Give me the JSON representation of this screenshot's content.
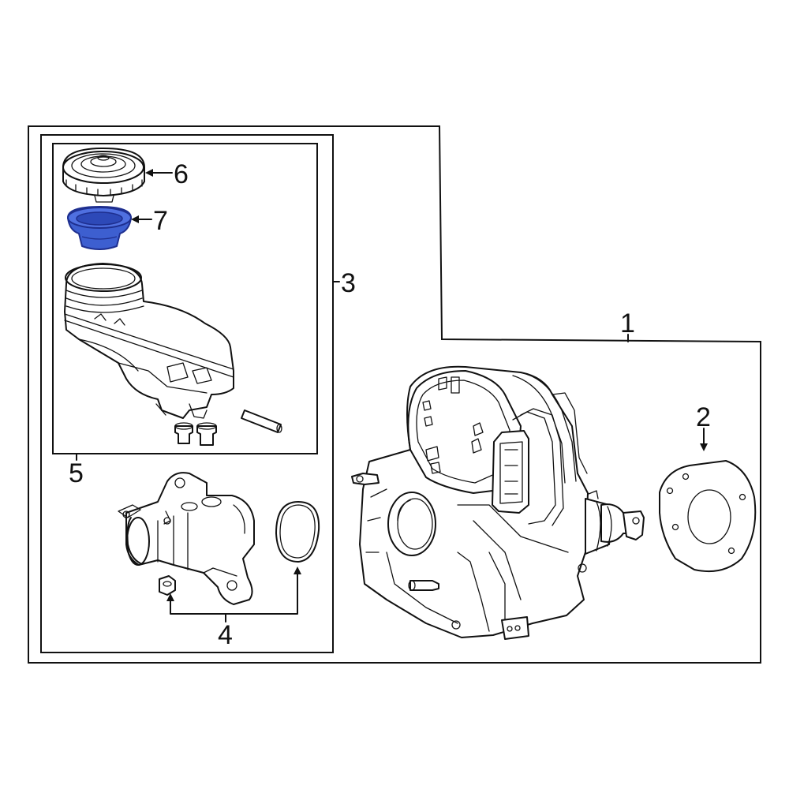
{
  "diagram": {
    "callouts": {
      "c1": "1",
      "c2": "2",
      "c3": "3",
      "c4": "4",
      "c5": "5",
      "c6": "6",
      "c7": "7"
    },
    "colors": {
      "line": "#111111",
      "highlight_fill": "#3d5fd0",
      "highlight_dark": "#1e2f8f",
      "background": "#ffffff"
    }
  }
}
